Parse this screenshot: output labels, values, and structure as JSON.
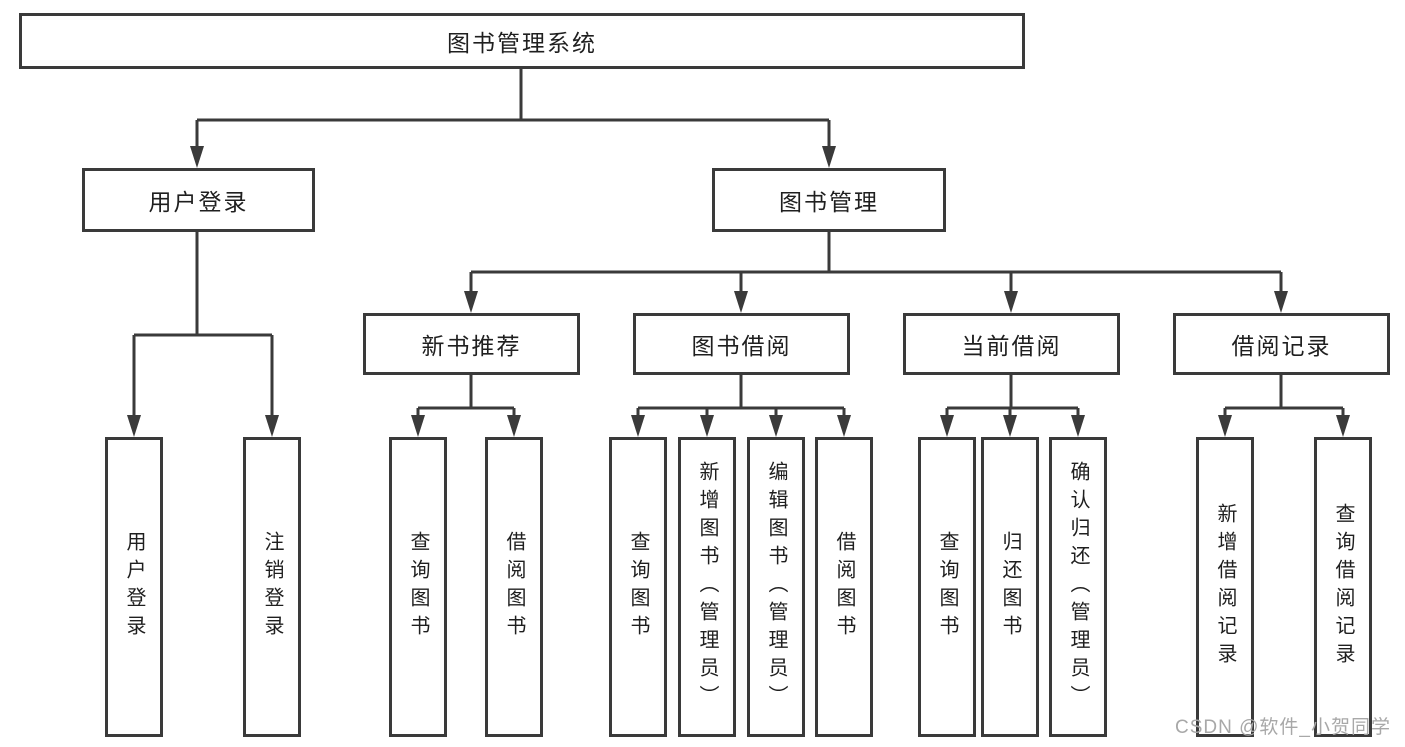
{
  "nodes": {
    "root": "图书管理系统",
    "user_login": "用户登录",
    "book_management": "图书管理",
    "new_book_recommendation": "新书推荐",
    "book_borrowing": "图书借阅",
    "current_borrowing": "当前借阅",
    "borrowing_records": "借阅记录",
    "leaf_user_login": "用户登录",
    "leaf_logout": "注销登录",
    "leaf_query_books_recommend": "查询图书",
    "leaf_borrow_books_recommend": "借阅图书",
    "leaf_query_books_borrowing": "查询图书",
    "leaf_add_books_admin": "新增图书（管理员）",
    "leaf_edit_books_admin": "编辑图书（管理员）",
    "leaf_borrow_books_borrowing": "借阅图书",
    "leaf_query_books_current": "查询图书",
    "leaf_return_books": "归还图书",
    "leaf_confirm_return_admin": "确认归还（管理员）",
    "leaf_add_borrowing_record": "新增借阅记录",
    "leaf_query_borrowing_record": "查询借阅记录"
  },
  "hierarchy": {
    "图书管理系统": {
      "用户登录": [
        "用户登录",
        "注销登录"
      ],
      "图书管理": {
        "新书推荐": [
          "查询图书",
          "借阅图书"
        ],
        "图书借阅": [
          "查询图书",
          "新增图书（管理员）",
          "编辑图书（管理员）",
          "借阅图书"
        ],
        "当前借阅": [
          "查询图书",
          "归还图书",
          "确认归还（管理员）"
        ],
        "借阅记录": [
          "新增借阅记录",
          "查询借阅记录"
        ]
      }
    }
  },
  "colors": {
    "line": "#3a3a3a",
    "text": "#1f1f1f",
    "box_fill": "#ffffff",
    "watermark": "#a8a8a8"
  },
  "watermark": "CSDN @软件_小贺同学"
}
